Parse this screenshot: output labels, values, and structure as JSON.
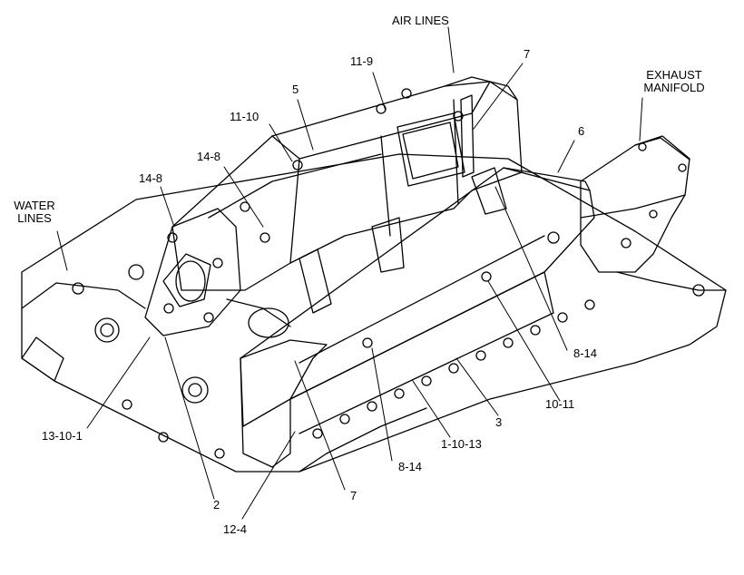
{
  "diagram": {
    "labels": {
      "air_lines": "AIR LINES",
      "exhaust_manifold_1": "EXHAUST",
      "exhaust_manifold_2": "MANIFOLD",
      "water_lines_1": "WATER",
      "water_lines_2": "LINES",
      "c_11_9": "11-9",
      "c_7_top": "7",
      "c_5": "5",
      "c_6": "6",
      "c_11_10": "11-10",
      "c_14_8_a": "14-8",
      "c_14_8_b": "14-8",
      "c_8_14_right": "8-14",
      "c_10_11": "10-11",
      "c_3": "3",
      "c_1_10_13": "1-10-13",
      "c_8_14_bottom": "8-14",
      "c_7_bottom": "7",
      "c_2": "2",
      "c_12_4": "12-4",
      "c_13_10_1": "13-10-1"
    },
    "colors": {
      "line": "#000000",
      "background": "#ffffff"
    }
  }
}
